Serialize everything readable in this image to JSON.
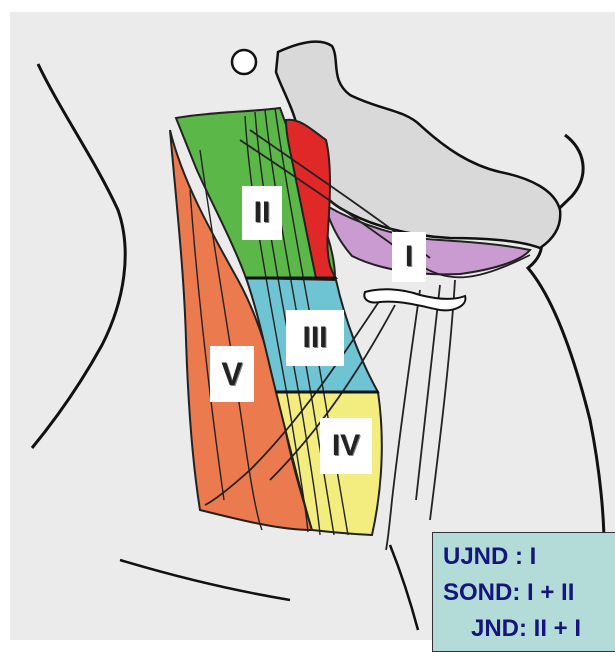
{
  "levels": {
    "I": "I",
    "II": "II",
    "III": "III",
    "IV": "IV",
    "V": "V"
  },
  "legend": {
    "lines": [
      "UJND : I",
      "SOND: I + II",
      "JND: II + I"
    ]
  },
  "colors": {
    "level_I": "#c99bd1",
    "level_II": "#5cb749",
    "level_III": "#6fc4d3",
    "level_IV": "#f3ec7f",
    "level_V": "#ec7a4f",
    "vessel": "#e02828",
    "bone": "#d9d9d9",
    "legend_bg": "#b3dcd9",
    "legend_text": "#15157a"
  }
}
